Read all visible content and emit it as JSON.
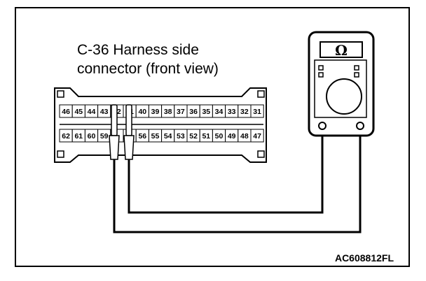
{
  "caption": {
    "line1": "C-36 Harness side",
    "line2": "connector (front view)"
  },
  "figure_id": "AC608812FL",
  "meter": {
    "symbol": "Ω"
  },
  "connector": {
    "top_row": [
      "46",
      "45",
      "44",
      "43",
      "42",
      "41",
      "40",
      "39",
      "38",
      "37",
      "36",
      "35",
      "34",
      "33",
      "32",
      "31"
    ],
    "bottom_row": [
      "62",
      "61",
      "60",
      "59",
      "",
      "",
      "56",
      "55",
      "54",
      "53",
      "52",
      "51",
      "50",
      "49",
      "48",
      "47"
    ]
  },
  "colors": {
    "line": "#000000",
    "background": "#ffffff"
  }
}
